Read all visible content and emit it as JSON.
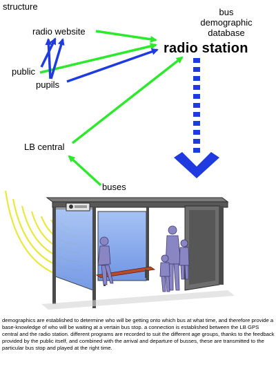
{
  "title": "structure",
  "nodes": {
    "database_line1": "bus",
    "database_line2": "demographic",
    "database_line3": "database",
    "radio_station": "radio station",
    "radio_website": "radio website",
    "public": "public",
    "pupils": "pupils",
    "lb_central": "LB central",
    "buses": "buses"
  },
  "colors": {
    "green_arrow": "#2ee82e",
    "blue_arrow": "#1f3be0",
    "shelter_glass": "#8fb0ee",
    "bench": "#b94a2a",
    "signal_arcs": "#e8e840"
  },
  "description": "demographics are established to determine who will be getting onto which bus at what time, and therefore provide a base-knowledge of who will be waiting at a vertain bus stop. a connection is established between the LB GPS central and the radio station. different programs are recorded to suit the different age groups, thanks to the feedback provided by the public itself, and combined with the arrival and departure of busses, these are transmitted to the particular bus stop and played at the right time."
}
